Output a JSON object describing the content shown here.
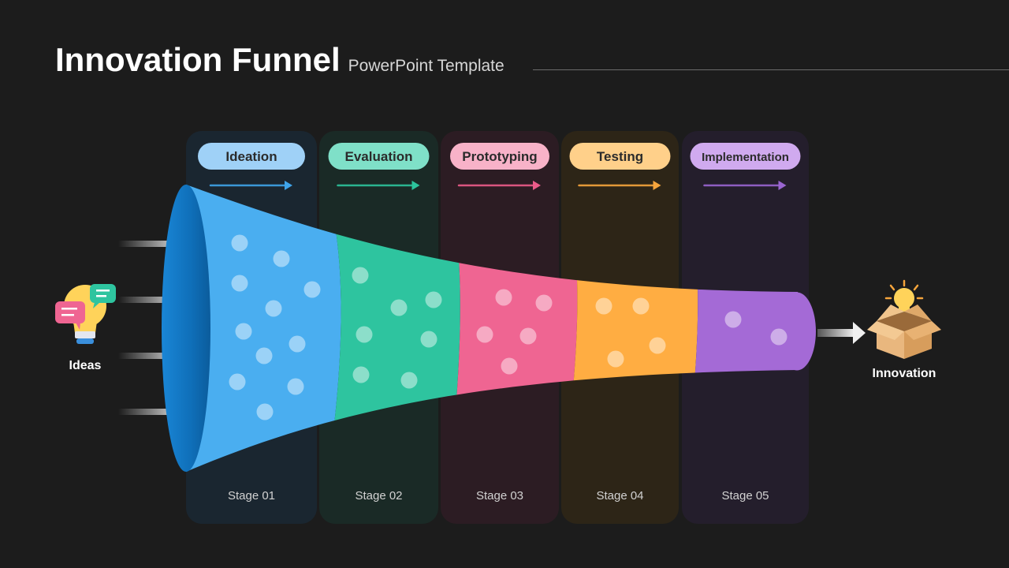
{
  "header": {
    "title": "Innovation Funnel",
    "subtitle": "PowerPoint Template"
  },
  "input": {
    "label": "Ideas",
    "icon": "lightbulb-chat-icon"
  },
  "output": {
    "label": "Innovation",
    "icon": "box-lightbulb-icon"
  },
  "stages": [
    {
      "name": "Ideation",
      "stage": "Stage 01",
      "color": "#4aaef0",
      "pill": "#9fd1f7",
      "panel": "#1a2630",
      "arrow": "#3fa4ea"
    },
    {
      "name": "Evaluation",
      "stage": "Stage 02",
      "color": "#2ec49f",
      "pill": "#7fe0c8",
      "panel": "#1a2a26",
      "arrow": "#2cc39c"
    },
    {
      "name": "Prototyping",
      "stage": "Stage 03",
      "color": "#ef6592",
      "pill": "#f8b2c8",
      "panel": "#2c1c23",
      "arrow": "#ec5c8a"
    },
    {
      "name": "Testing",
      "stage": "Stage 04",
      "color": "#ffad42",
      "pill": "#ffd08a",
      "panel": "#2d2517",
      "arrow": "#f6a53c"
    },
    {
      "name": "Implementation",
      "stage": "Stage 05",
      "color": "#a46ad6",
      "pill": "#d0aaef",
      "panel": "#241e2c",
      "arrow": "#9a65d1"
    }
  ]
}
